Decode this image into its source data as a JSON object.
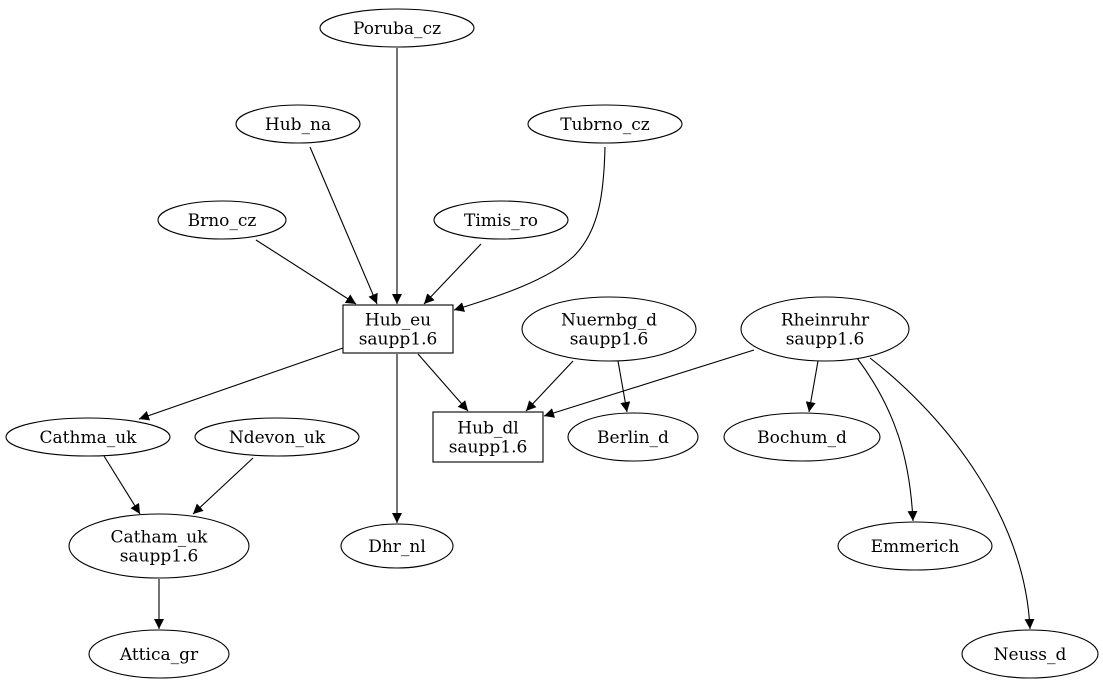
{
  "diagram": {
    "nodes": {
      "poruba_cz": {
        "lines": [
          "Poruba_cz"
        ],
        "shape": "ellipse"
      },
      "hub_na": {
        "lines": [
          "Hub_na"
        ],
        "shape": "ellipse"
      },
      "tubrno_cz": {
        "lines": [
          "Tubrno_cz"
        ],
        "shape": "ellipse"
      },
      "brno_cz": {
        "lines": [
          "Brno_cz"
        ],
        "shape": "ellipse"
      },
      "timis_ro": {
        "lines": [
          "Timis_ro"
        ],
        "shape": "ellipse"
      },
      "hub_eu": {
        "lines": [
          "Hub_eu",
          "saupp1.6"
        ],
        "shape": "box"
      },
      "nuernbg_d": {
        "lines": [
          "Nuernbg_d",
          "saupp1.6"
        ],
        "shape": "ellipse"
      },
      "rheinruhr": {
        "lines": [
          "Rheinruhr",
          "saupp1.6"
        ],
        "shape": "ellipse"
      },
      "cathma_uk": {
        "lines": [
          "Cathma_uk"
        ],
        "shape": "ellipse"
      },
      "ndevon_uk": {
        "lines": [
          "Ndevon_uk"
        ],
        "shape": "ellipse"
      },
      "hub_dl": {
        "lines": [
          "Hub_dl",
          "saupp1.6"
        ],
        "shape": "box"
      },
      "berlin_d": {
        "lines": [
          "Berlin_d"
        ],
        "shape": "ellipse"
      },
      "bochum_d": {
        "lines": [
          "Bochum_d"
        ],
        "shape": "ellipse"
      },
      "catham_uk": {
        "lines": [
          "Catham_uk",
          "saupp1.6"
        ],
        "shape": "ellipse"
      },
      "dhr_nl": {
        "lines": [
          "Dhr_nl"
        ],
        "shape": "ellipse"
      },
      "emmerich": {
        "lines": [
          "Emmerich"
        ],
        "shape": "ellipse"
      },
      "attica_gr": {
        "lines": [
          "Attica_gr"
        ],
        "shape": "ellipse"
      },
      "neuss_d": {
        "lines": [
          "Neuss_d"
        ],
        "shape": "ellipse"
      }
    },
    "edges": [
      {
        "from": "poruba_cz",
        "to": "hub_eu"
      },
      {
        "from": "hub_na",
        "to": "hub_eu"
      },
      {
        "from": "tubrno_cz",
        "to": "hub_eu"
      },
      {
        "from": "brno_cz",
        "to": "hub_eu"
      },
      {
        "from": "timis_ro",
        "to": "hub_eu"
      },
      {
        "from": "hub_eu",
        "to": "cathma_uk"
      },
      {
        "from": "hub_eu",
        "to": "hub_dl"
      },
      {
        "from": "hub_eu",
        "to": "dhr_nl"
      },
      {
        "from": "nuernbg_d",
        "to": "hub_dl"
      },
      {
        "from": "nuernbg_d",
        "to": "berlin_d"
      },
      {
        "from": "rheinruhr",
        "to": "hub_dl"
      },
      {
        "from": "rheinruhr",
        "to": "bochum_d"
      },
      {
        "from": "rheinruhr",
        "to": "emmerich"
      },
      {
        "from": "rheinruhr",
        "to": "neuss_d"
      },
      {
        "from": "cathma_uk",
        "to": "catham_uk"
      },
      {
        "from": "ndevon_uk",
        "to": "catham_uk"
      },
      {
        "from": "catham_uk",
        "to": "attica_gr"
      }
    ]
  }
}
